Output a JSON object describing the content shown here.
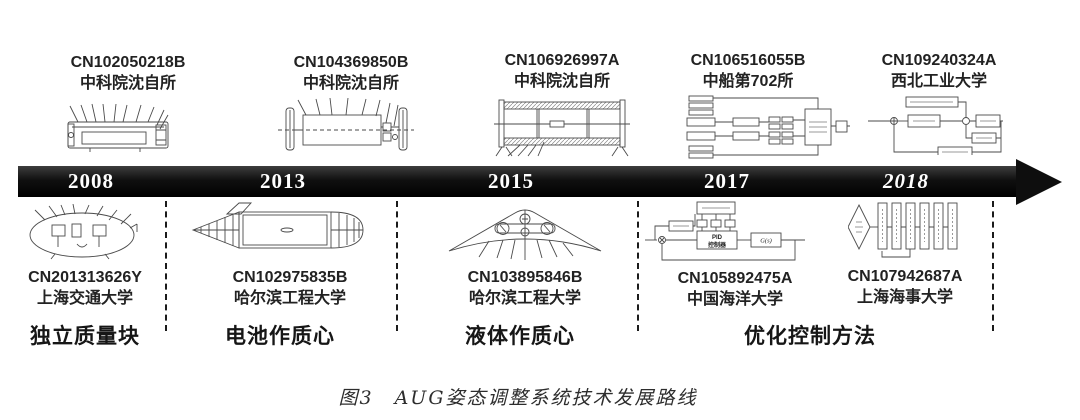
{
  "figure": {
    "caption": "图3　AUG姿态调整系统技术发展路线"
  },
  "timeline": {
    "years": [
      "2008",
      "2013",
      "2015",
      "2017",
      "2018"
    ]
  },
  "top_entries": [
    {
      "patent": "CN102050218B",
      "org": "中科院沈自所"
    },
    {
      "patent": "CN104369850B",
      "org": "中科院沈自所"
    },
    {
      "patent": "CN106926997A",
      "org": "中科院沈自所"
    },
    {
      "patent": "CN106516055B",
      "org": "中船第702所"
    },
    {
      "patent": "CN109240324A",
      "org": "西北工业大学"
    }
  ],
  "bottom_entries": [
    {
      "patent": "CN201313626Y",
      "org": "上海交通大学"
    },
    {
      "patent": "CN102975835B",
      "org": "哈尔滨工程大学"
    },
    {
      "patent": "CN103895846B",
      "org": "哈尔滨工程大学"
    },
    {
      "patent": "CN105892475A",
      "org": "中国海洋大学"
    },
    {
      "patent": "CN107942687A",
      "org": "上海海事大学"
    }
  ],
  "categories": [
    "独立质量块",
    "电池作质心",
    "液体作质心",
    "优化控制方法"
  ],
  "diagram_labels": {
    "pid_line1": "PID",
    "pid_line2": "控制器",
    "transfer_fn": "G(s)"
  },
  "colors": {
    "band": "#0f0f0f",
    "text": "#1c1c1c",
    "line_drawing": "#4a4a4a"
  }
}
